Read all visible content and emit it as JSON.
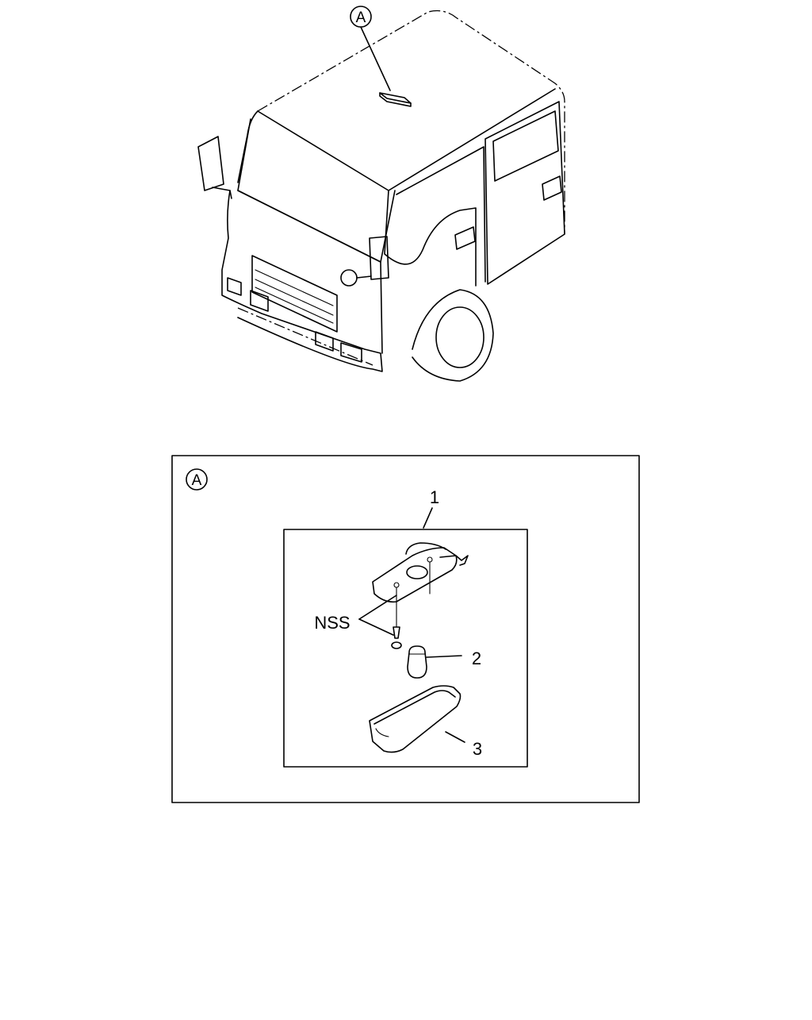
{
  "diagram": {
    "overview": {
      "callout": "A"
    },
    "detail": {
      "callout": "A",
      "parts": [
        {
          "id": "part-1",
          "label": "1"
        },
        {
          "id": "part-2",
          "label": "2"
        },
        {
          "id": "part-3",
          "label": "3"
        }
      ],
      "note_label": "NSS"
    }
  }
}
